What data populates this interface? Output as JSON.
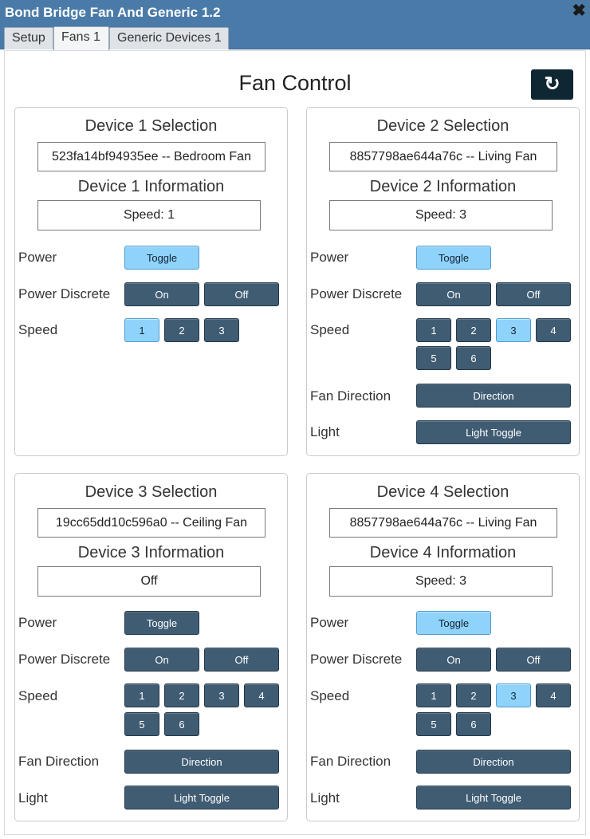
{
  "window": {
    "title": "Bond Bridge Fan And Generic 1.2"
  },
  "tabs": [
    {
      "label": "Setup"
    },
    {
      "label": "Fans 1"
    },
    {
      "label": "Generic Devices 1"
    }
  ],
  "page": {
    "title": "Fan Control",
    "refresh_icon": "refresh-icon"
  },
  "labels": {
    "power": "Power",
    "power_discrete": "Power Discrete",
    "speed": "Speed",
    "fan_direction": "Fan Direction",
    "light": "Light",
    "toggle": "Toggle",
    "on": "On",
    "off": "Off",
    "direction": "Direction",
    "light_toggle": "Light Toggle"
  },
  "devices": [
    {
      "selection_title": "Device 1 Selection",
      "selected_device": "523fa14bf94935ee -- Bedroom Fan",
      "information_title": "Device 1 Information",
      "information": "Speed: 1",
      "power_toggle_active": true,
      "speeds": [
        "1",
        "2",
        "3"
      ],
      "active_speed": "1"
    },
    {
      "selection_title": "Device 2 Selection",
      "selected_device": "8857798ae644a76c -- Living Fan",
      "information_title": "Device 2 Information",
      "information": "Speed: 3",
      "power_toggle_active": true,
      "speeds": [
        "1",
        "2",
        "3",
        "4",
        "5",
        "6"
      ],
      "active_speed": "3"
    },
    {
      "selection_title": "Device 3 Selection",
      "selected_device": "19cc65dd10c596a0 -- Ceiling Fan",
      "information_title": "Device 3 Information",
      "information": "Off",
      "power_toggle_active": false,
      "speeds": [
        "1",
        "2",
        "3",
        "4",
        "5",
        "6"
      ],
      "active_speed": null
    },
    {
      "selection_title": "Device 4 Selection",
      "selected_device": "8857798ae644a76c -- Living Fan",
      "information_title": "Device 4 Information",
      "information": "Speed: 3",
      "power_toggle_active": true,
      "speeds": [
        "1",
        "2",
        "3",
        "4",
        "5",
        "6"
      ],
      "active_speed": "3"
    }
  ],
  "colors": {
    "titlebar": "#4a7ba8",
    "button": "#3f5c73",
    "button_active": "#8fd3fb",
    "refresh_button": "#0f2733"
  }
}
